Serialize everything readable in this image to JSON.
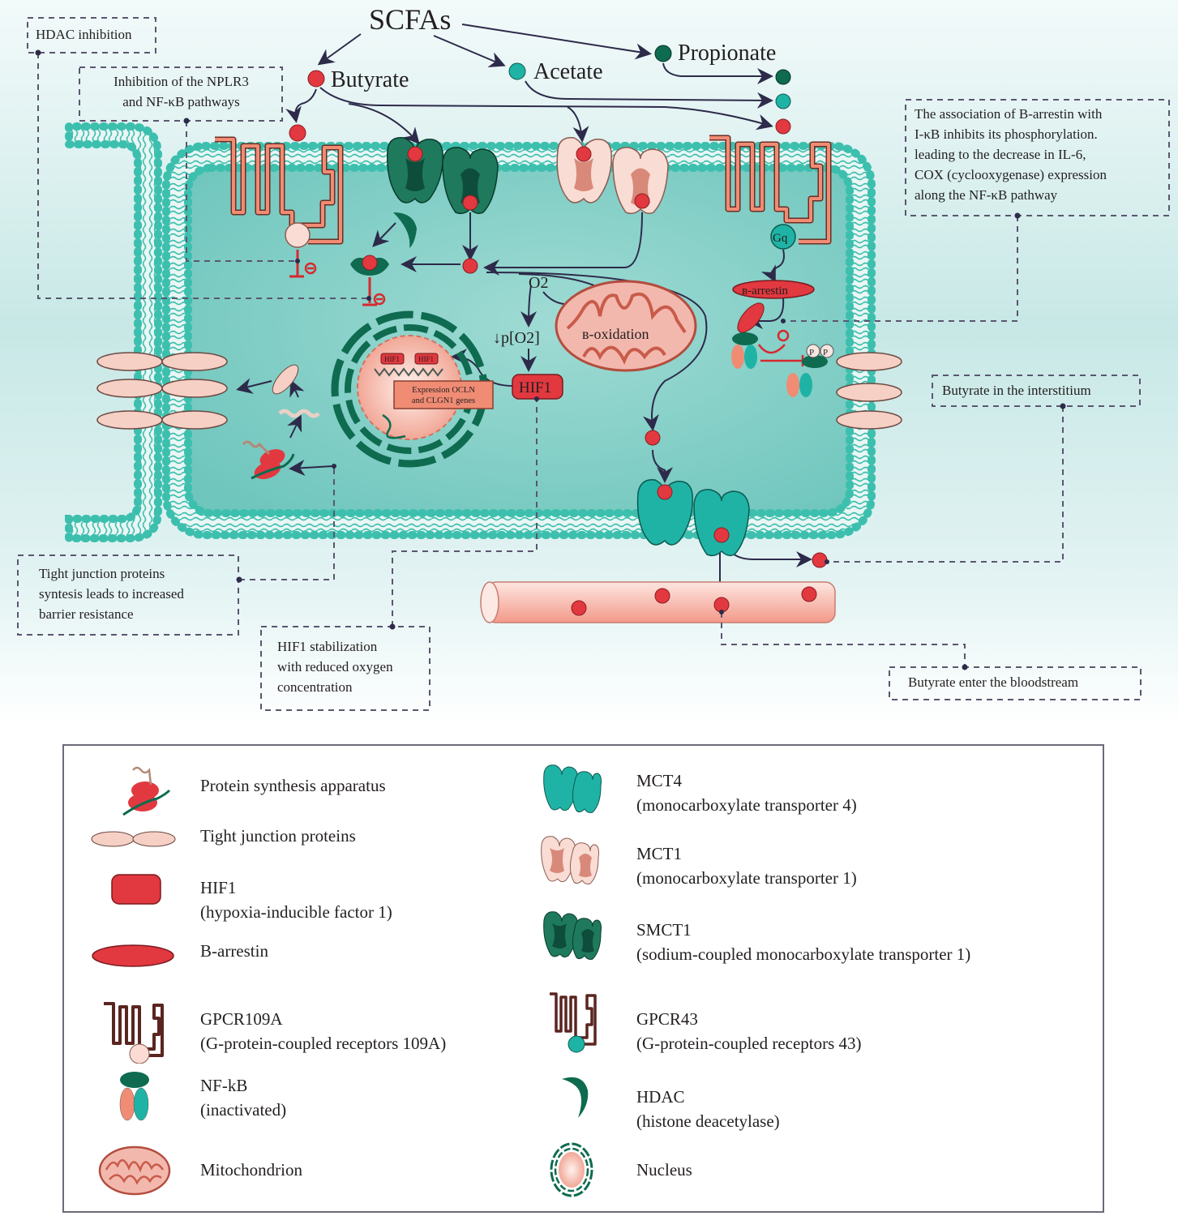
{
  "figure": {
    "source_label": "SCFAs",
    "scfa_types": [
      {
        "name": "Butyrate",
        "color": "#e2383f"
      },
      {
        "name": "Acetate",
        "color": "#1fb3a5"
      },
      {
        "name": "Propionate",
        "color": "#0e6b4f"
      }
    ],
    "labels": {
      "o2": "O2",
      "low_po2": "↓p[O2]",
      "beta_oxidation": "в-oxidation",
      "hif1": "HIF1",
      "hif1_small": "HIF1",
      "expression_box": "Expression OCLN\nand CLGN1 genes",
      "gq": "Gq",
      "beta_arrestin": "в-arrestin",
      "phospho": "P",
      "inhibit": "⊖"
    },
    "annotations": [
      {
        "id": "hdac-inhibition",
        "text": "HDAC inhibition"
      },
      {
        "id": "nplr3-nfkb",
        "text": "Inhibition of the NPLR3\nand NF-κB pathways"
      },
      {
        "id": "b-arrestin-ikb",
        "text": "The association of B-arrestin with\nI-κB inhibits its phosphorylation.\nleading to the decrease in IL-6,\nCOX (cyclooxygenase) expression\nalong the NF-κB pathway"
      },
      {
        "id": "butyrate-interstitium",
        "text": "Butyrate in the interstitium"
      },
      {
        "id": "tight-junction-synthesis",
        "text": "Tight junction proteins\nsyntesis leads to increased\nbarrier resistance"
      },
      {
        "id": "hif1-stabilization",
        "text": "HIF1 stabilization\nwith reduced oxygen\nconcentration"
      },
      {
        "id": "butyrate-bloodstream",
        "text": "Butyrate enter the bloodstream"
      }
    ],
    "colors": {
      "membrane_head": "#3dbfae",
      "cytoplasm": "#7fcfc6",
      "red_molecule": "#e2383f",
      "dark_green": "#0e6b4f",
      "teal": "#1fb3a5",
      "pink": "#f6cfc5",
      "receptor": "#f08c74",
      "arrow": "#2d2a4a",
      "dashed": "#5b5670"
    }
  },
  "legend": {
    "left": [
      {
        "icon": "protein-synthesis-icon",
        "label": "Protein synthesis apparatus"
      },
      {
        "icon": "tight-junction-icon",
        "label": "Tight junction proteins"
      },
      {
        "icon": "hif1-icon",
        "label": "HIF1\n(hypoxia-inducible factor 1)"
      },
      {
        "icon": "b-arrestin-icon",
        "label": "B-arrestin"
      },
      {
        "icon": "gpcr109a-icon",
        "label": "GPCR109A\n(G-protein-coupled receptors 109A)"
      },
      {
        "icon": "nfkb-icon",
        "label": "NF-kB\n(inactivated)"
      },
      {
        "icon": "mitochondrion-icon",
        "label": "Mitochondrion"
      }
    ],
    "right": [
      {
        "icon": "mct4-icon",
        "label": "MCT4\n(monocarboxylate transporter 4)"
      },
      {
        "icon": "mct1-icon",
        "label": "MCT1\n(monocarboxylate transporter 1)"
      },
      {
        "icon": "smct1-icon",
        "label": "SMCT1\n(sodium-coupled monocarboxylate transporter 1)"
      },
      {
        "icon": "gpcr43-icon",
        "label": "GPCR43\n(G-protein-coupled receptors 43)"
      },
      {
        "icon": "hdac-icon",
        "label": "HDAC\n(histone deacetylase)"
      },
      {
        "icon": "nucleus-icon",
        "label": "Nucleus"
      }
    ]
  }
}
